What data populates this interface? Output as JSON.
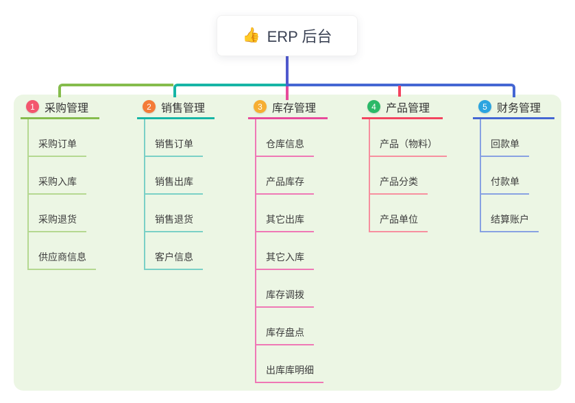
{
  "root": {
    "icon": "👍",
    "label": "ERP 后台",
    "line_color": "#5059ce"
  },
  "colors": {
    "canvas_bg": "#ffffff",
    "panel_bg": "#ecf6e4"
  },
  "branches": [
    {
      "num": "1",
      "label": "采购管理",
      "badge_color": "#f3566e",
      "line_color": "#85bc4c",
      "sub_line_color": "#b4d890",
      "children": [
        "采购订单",
        "采购入库",
        "采购退货",
        "供应商信息"
      ]
    },
    {
      "num": "2",
      "label": "销售管理",
      "badge_color": "#f47b38",
      "line_color": "#16b5a5",
      "sub_line_color": "#79d0c6",
      "children": [
        "销售订单",
        "销售出库",
        "销售退货",
        "客户信息"
      ]
    },
    {
      "num": "3",
      "label": "库存管理",
      "badge_color": "#f6ae33",
      "line_color": "#e74a9b",
      "sub_line_color": "#ef77b5",
      "children": [
        "仓库信息",
        "产品库存",
        "其它出库",
        "其它入库",
        "库存调拨",
        "库存盘点",
        "出库库明细"
      ]
    },
    {
      "num": "4",
      "label": "产品管理",
      "badge_color": "#2bb968",
      "line_color": "#f3445f",
      "sub_line_color": "#f78e9e",
      "children": [
        "产品（物料）",
        "产品分类",
        "产品单位"
      ]
    },
    {
      "num": "5",
      "label": "财务管理",
      "badge_color": "#2ba4e0",
      "line_color": "#4466d3",
      "sub_line_color": "#87a1e2",
      "children": [
        "回款单",
        "付款单",
        "结算账户"
      ]
    }
  ]
}
